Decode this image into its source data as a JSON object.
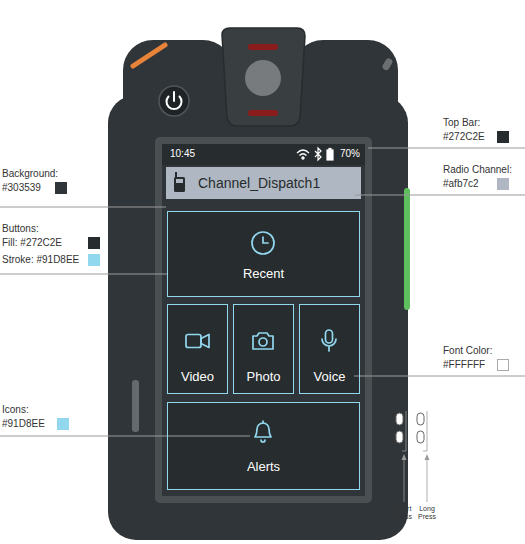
{
  "diagram": {
    "nodes": [
      {
        "text": [
          "10:45",
          "70%"
        ]
      },
      {
        "text": [
          "Channel_Dispatch1"
        ]
      },
      {
        "text": [
          "Recent"
        ]
      },
      {
        "text": [
          "Video"
        ]
      },
      {
        "text": [
          "Photo"
        ]
      },
      {
        "text": [
          "Voice"
        ]
      },
      {
        "text": [
          "Alerts"
        ]
      }
    ],
    "labels": [
      "Top Bar:",
      "#272C2E",
      "Radio Channel:",
      "#afb7c2",
      "Background:",
      "#303539",
      "Buttons:",
      "Fill: #272C2E",
      "Stroke: #91D8EE",
      "Font Color:",
      "#FFFFFF",
      "Icons:",
      "#91D8EE",
      "Short Press",
      "Long Press"
    ]
  }
}
